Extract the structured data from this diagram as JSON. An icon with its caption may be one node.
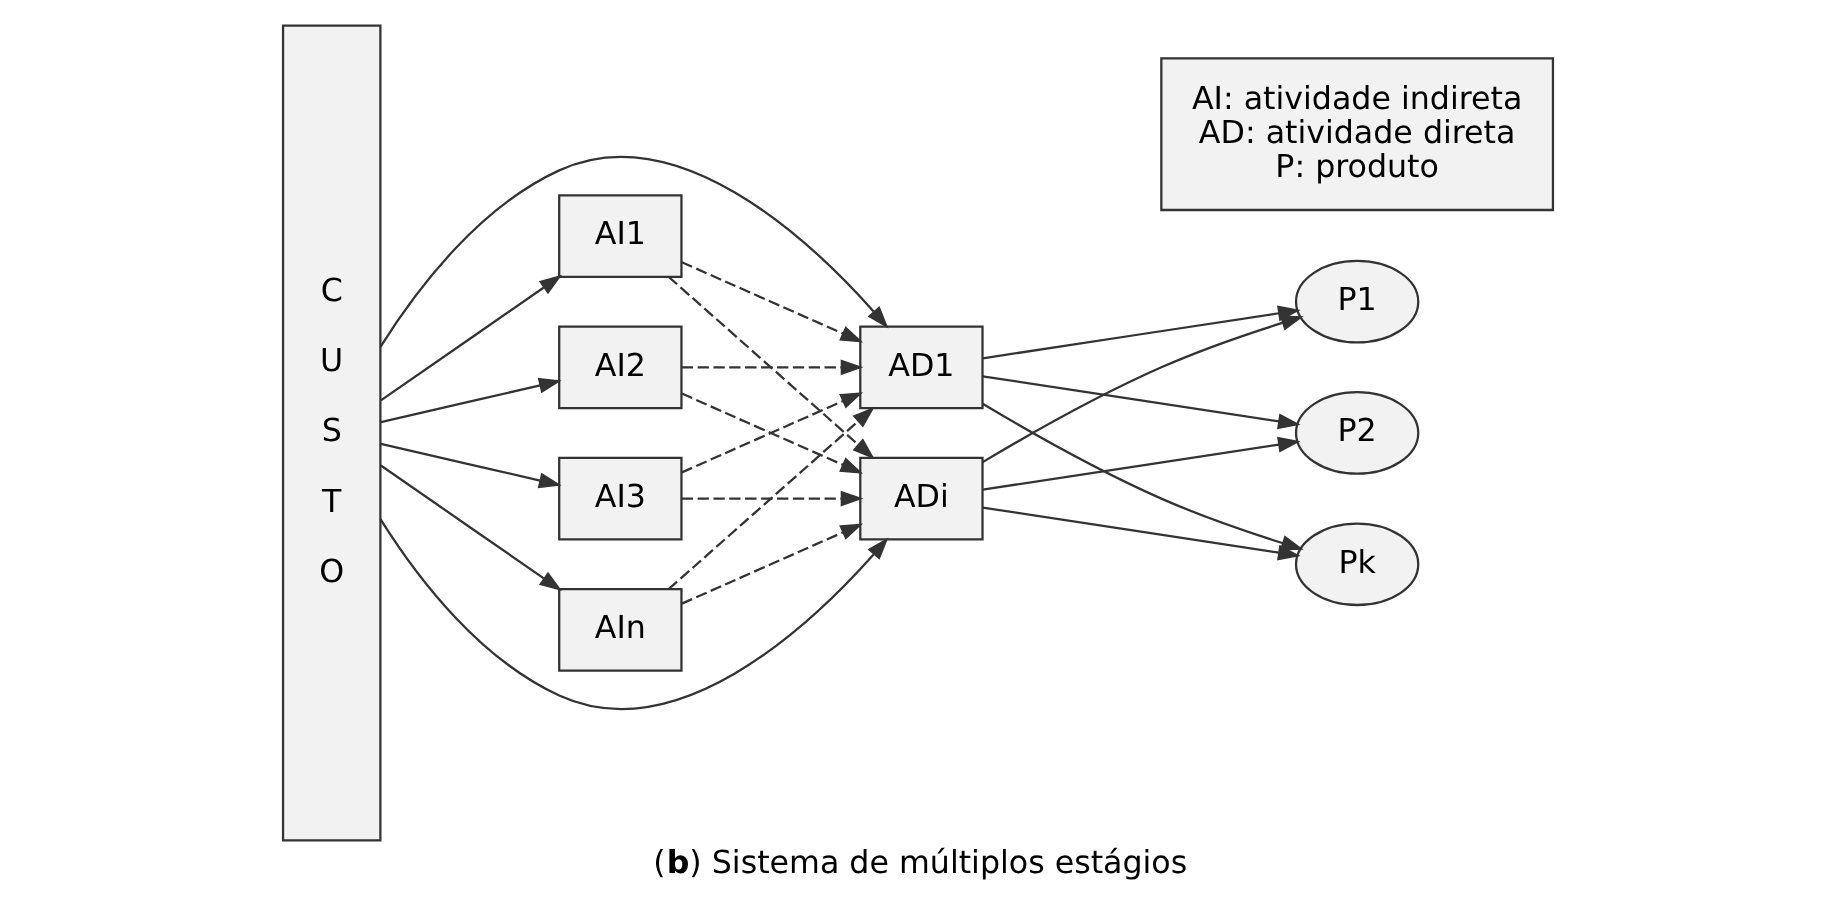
{
  "diagram": {
    "caption": "(**b**) Sistema de múltiplos estágios",
    "nodes": [
      {
        "text": [
          "C U S T O"
        ]
      },
      {
        "text": [
          "AI1"
        ]
      },
      {
        "text": [
          "AI2"
        ]
      },
      {
        "text": [
          "AI3"
        ]
      },
      {
        "text": [
          "AIn"
        ]
      },
      {
        "text": [
          "AD1"
        ]
      },
      {
        "text": [
          "ADi"
        ]
      },
      {
        "text": [
          "P1"
        ]
      },
      {
        "text": [
          "P2"
        ]
      },
      {
        "text": [
          "Pk"
        ]
      },
      {
        "text": [
          "AI: atividade indireta",
          "AD: atividade direta",
          "P: produto"
        ]
      }
    ],
    "edges": [
      {
        "from": 0,
        "to": 5,
        "arrow": "to"
      },
      {
        "from": 0,
        "to": 1,
        "arrow": "to"
      },
      {
        "from": 0,
        "to": 2,
        "arrow": "to"
      },
      {
        "from": 0,
        "to": 3,
        "arrow": "to"
      },
      {
        "from": 0,
        "to": 6,
        "arrow": "to"
      },
      {
        "from": 0,
        "to": 4,
        "arrow": "to"
      },
      {
        "from": 1,
        "to": 5,
        "arrow": "to",
        "style": "dashed"
      },
      {
        "from": 1,
        "to": 6,
        "arrow": "to",
        "style": "dashed"
      },
      {
        "from": 2,
        "to": 5,
        "arrow": "to",
        "style": "dashed"
      },
      {
        "from": 2,
        "to": 6,
        "arrow": "to",
        "style": "dashed"
      },
      {
        "from": 3,
        "to": 5,
        "arrow": "to",
        "style": "dashed"
      },
      {
        "from": 3,
        "to": 6,
        "arrow": "to",
        "style": "dashed"
      },
      {
        "from": 4,
        "to": 5,
        "arrow": "to",
        "style": "dashed"
      },
      {
        "from": 4,
        "to": 6,
        "arrow": "to",
        "style": "dashed"
      },
      {
        "from": 5,
        "to": 7,
        "arrow": "to"
      },
      {
        "from": 5,
        "to": 8,
        "arrow": "to"
      },
      {
        "from": 5,
        "to": 9,
        "arrow": "to"
      },
      {
        "from": 6,
        "to": 7,
        "arrow": "to"
      },
      {
        "from": 6,
        "to": 8,
        "arrow": "to"
      },
      {
        "from": 6,
        "to": 9,
        "arrow": "to"
      }
    ]
  }
}
